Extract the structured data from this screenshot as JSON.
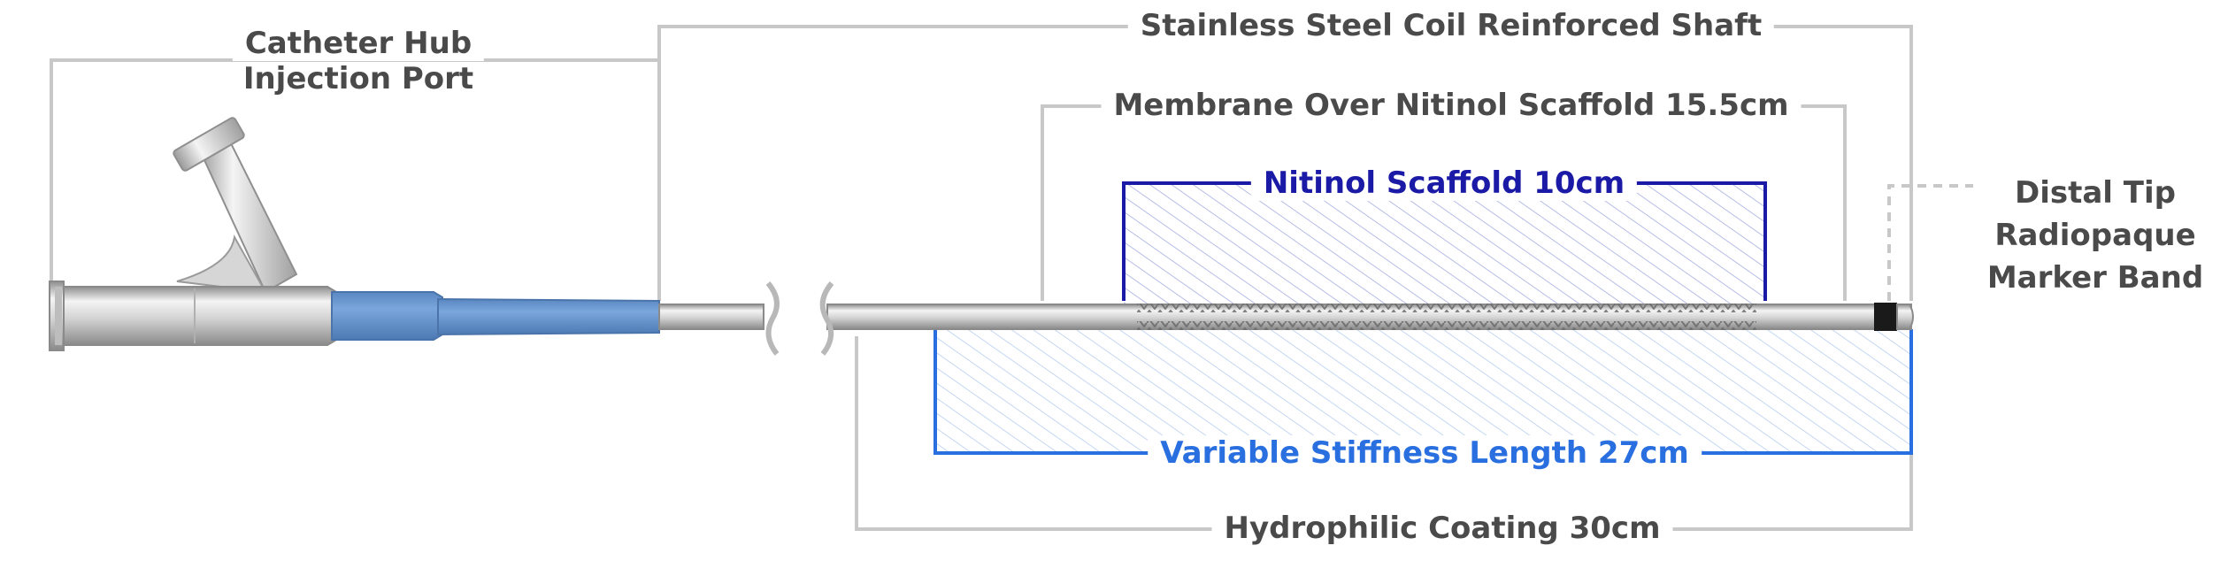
{
  "labels": {
    "hub_line1": "Catheter Hub",
    "hub_line2": "Injection Port",
    "shaft": "Stainless Steel Coil Reinforced Shaft",
    "membrane": "Membrane Over Nitinol Scaffold 15.5cm",
    "scaffold": "Nitinol Scaffold 10cm",
    "tip_line1": "Distal Tip",
    "tip_line2": "Radiopaque",
    "tip_line3": "Marker Band",
    "stiffness": "Variable Stiffness Length 27cm",
    "coating": "Hydrophilic Coating 30cm"
  },
  "colors": {
    "bracket_gray": "#c8c8c8",
    "text_gray": "#4a4a4a",
    "scaffold_navy": "#1a1aa6",
    "stiffness_blue": "#2a6fe0",
    "strain_relief_blue": "#6b98cf",
    "steel_light": "#f0f0f0",
    "steel_dark": "#9a9a9a"
  },
  "icons": {
    "catheter": "catheter-illustration",
    "shaft_break": "break-mark-icon"
  }
}
